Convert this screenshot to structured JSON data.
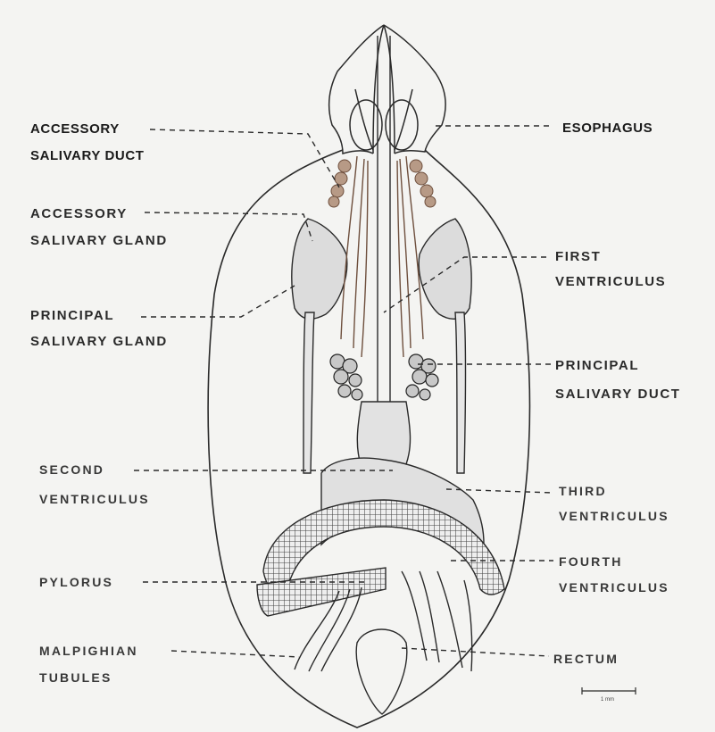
{
  "labels": {
    "accessory_salivary_duct": [
      "ACCESSORY",
      "SALIVARY DUCT"
    ],
    "esophagus": "ESOPHAGUS",
    "accessory_salivary_gland": [
      "ACCESSORY",
      "SALIVARY GLAND"
    ],
    "first_ventriculus": [
      "FIRST",
      "VENTRICULUS"
    ],
    "principal_salivary_gland": [
      "PRINCIPAL",
      "SALIVARY GLAND"
    ],
    "principal_salivary_duct": [
      "PRINCIPAL",
      "SALIVARY DUCT"
    ],
    "second_ventriculus": [
      "SECOND",
      "VENTRICULUS"
    ],
    "third_ventriculus": [
      "THIRD",
      "VENTRICULUS"
    ],
    "pylorus": "PYLORUS",
    "fourth_ventriculus": [
      "FOURTH",
      "VENTRICULUS"
    ],
    "malpighian_tubules": [
      "MALPIGHIAN",
      "TUBULES"
    ],
    "rectum": "RECTUM"
  },
  "scale_bar": {
    "label": "1 mm"
  },
  "colors": {
    "background": "#f4f4f2",
    "outline": "#2a2a2a",
    "gland_fill": "#dadada",
    "duct_brown": "#8a6a55"
  }
}
